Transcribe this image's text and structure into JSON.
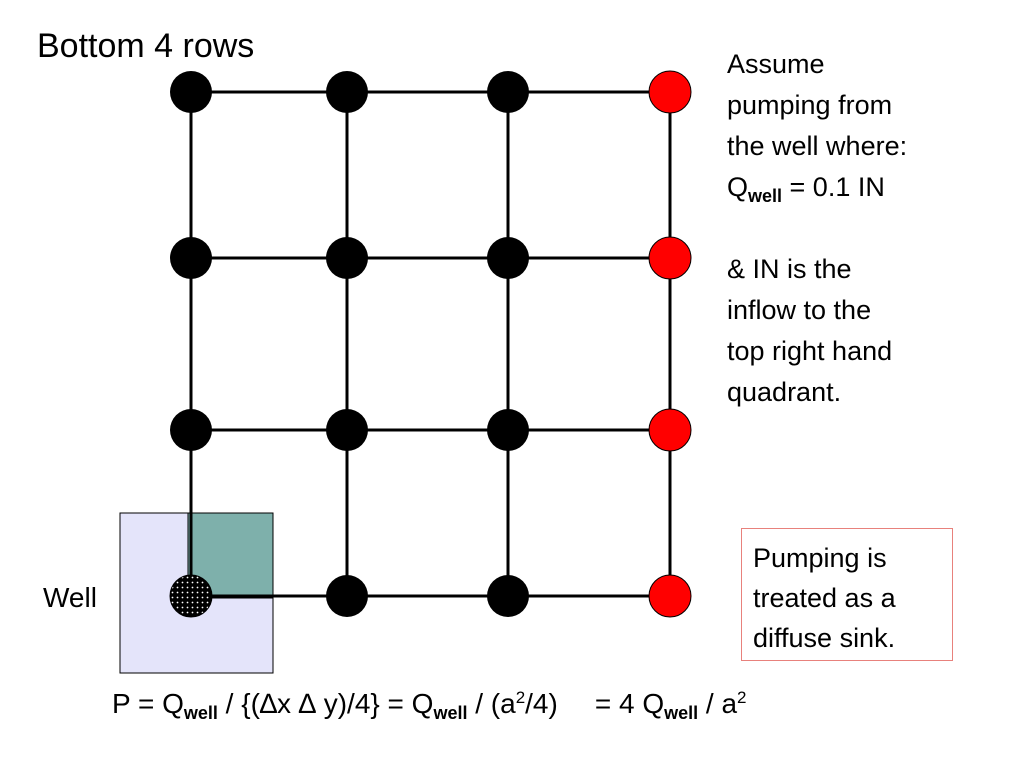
{
  "title": "Bottom 4 rows",
  "note": {
    "line1": "Assume",
    "line2": "pumping from",
    "line3": "the well where:",
    "q_symbol": "Q",
    "q_sub": "well",
    "q_rhs": " = 0.1 IN",
    "line5": "& IN is the",
    "line6": "inflow to the",
    "line7": "top right hand",
    "line8": "quadrant."
  },
  "callout": {
    "line1": "Pumping is",
    "line2": "treated as a",
    "line3": "diffuse sink."
  },
  "well_label": "Well",
  "formula": {
    "p1": "P = Q",
    "sub1": "well",
    "p2": " / {(∆x ∆ y)/4} = Q",
    "sub2": "well",
    "p3": " / (a",
    "sup1": "2",
    "p4": "/4)",
    "p5": "= 4 Q",
    "sub3": "well",
    "p6": " / a",
    "sup2": "2"
  },
  "colors": {
    "interior_node": "#000000",
    "boundary_node": "#ff0000",
    "grid_line": "#000000",
    "well_cell_fill": "#e4e4fa",
    "quadrant_fill": "#7eb0ab",
    "callout_border": "#e8817c"
  }
}
